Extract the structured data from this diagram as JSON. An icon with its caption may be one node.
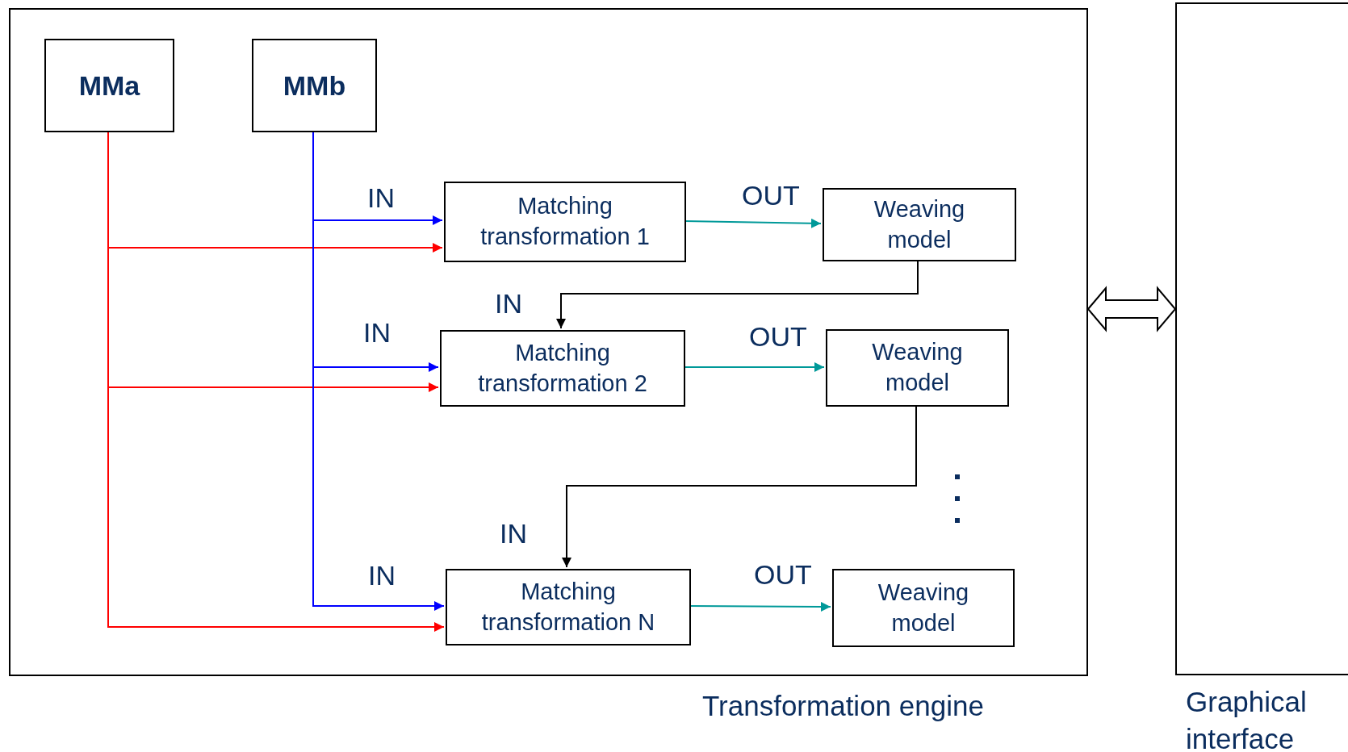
{
  "diagram": {
    "nodes": [
      {
        "text": [
          "Transformation engine"
        ]
      },
      {
        "text": [
          "MMa"
        ],
        "in": 0
      },
      {
        "text": [
          "MMb"
        ],
        "in": 0
      },
      {
        "text": [
          "Matching transformation 1"
        ],
        "in": 0
      },
      {
        "text": [
          "Weaving model"
        ],
        "in": 0
      },
      {
        "text": [
          "Matching transformation 2"
        ],
        "in": 0
      },
      {
        "text": [
          "Weaving model"
        ],
        "in": 0
      },
      {
        "text": [
          "Matching transformation N"
        ],
        "in": 0
      },
      {
        "text": [
          "Weaving model"
        ],
        "in": 0
      },
      {
        "text": [
          "Graphical interface"
        ]
      }
    ],
    "edges": [
      {
        "from": 1,
        "to": 3,
        "arrow": "to",
        "color": "#ff0000"
      },
      {
        "from": 2,
        "to": 3,
        "arrow": "to",
        "color": "#0000ff",
        "label": "IN"
      },
      {
        "from": 3,
        "to": 4,
        "arrow": "to",
        "color": "#009999",
        "label": "OUT"
      },
      {
        "from": 4,
        "to": 5,
        "arrow": "to",
        "color": "#000000",
        "label": "IN"
      },
      {
        "from": 1,
        "to": 5,
        "arrow": "to",
        "color": "#ff0000"
      },
      {
        "from": 2,
        "to": 5,
        "arrow": "to",
        "color": "#0000ff",
        "label": "IN"
      },
      {
        "from": 5,
        "to": 6,
        "arrow": "to",
        "color": "#009999",
        "label": "OUT"
      },
      {
        "from": 6,
        "to": 7,
        "arrow": "to",
        "color": "#000000",
        "label": "IN"
      },
      {
        "from": 1,
        "to": 7,
        "arrow": "to",
        "color": "#ff0000"
      },
      {
        "from": 2,
        "to": 7,
        "arrow": "to",
        "color": "#0000ff",
        "label": "IN"
      },
      {
        "from": 7,
        "to": 8,
        "arrow": "to",
        "color": "#009999",
        "label": "OUT"
      },
      {
        "from": 0,
        "to": 9,
        "arrow": "both",
        "style": "thick"
      }
    ]
  }
}
